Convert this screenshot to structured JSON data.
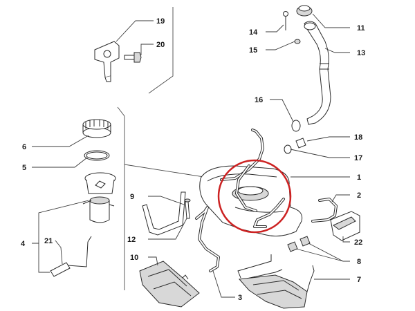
{
  "diagram": {
    "labels": {
      "p1": "1",
      "p2": "2",
      "p3": "3",
      "p4": "4",
      "p5": "5",
      "p6": "6",
      "p7": "7",
      "p8": "8",
      "p9": "9",
      "p10": "10",
      "p11": "11",
      "p12": "12",
      "p13": "13",
      "p14": "14",
      "p15": "15",
      "p16": "16",
      "p17": "17",
      "p18": "18",
      "p19": "19",
      "p20": "20",
      "p21": "21",
      "p22": "22"
    },
    "highlight_color": "#cc2222"
  }
}
